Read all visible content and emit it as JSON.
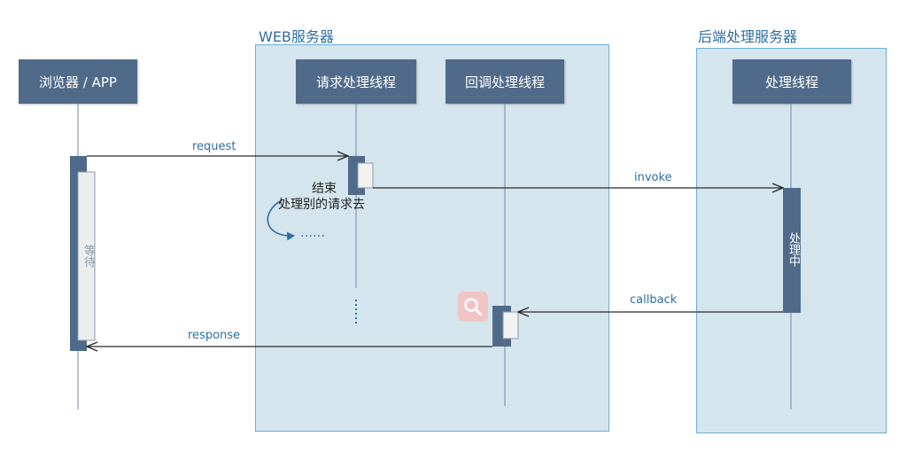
{
  "groups": {
    "web_server": "WEB服务器",
    "backend": "后端处理服务器"
  },
  "actors": {
    "browser": "浏览器 / APP",
    "request_thread": "请求处理线程",
    "callback_thread": "回调处理线程",
    "processing_thread": "处理线程"
  },
  "messages": {
    "request": "request",
    "invoke": "invoke",
    "callback": "callback",
    "response": "response"
  },
  "notes": {
    "end": "结束",
    "handle_other": "处理别的请求去",
    "ellipsis": "……",
    "waiting": "等待",
    "processing": "处理中"
  },
  "colors": {
    "actor_fill": "#506a8a",
    "group_fill": "#d5e5ee",
    "group_border": "#6aaed6",
    "label_text": "#2e6ea3",
    "search_badge": "#f1c4c6"
  },
  "icons": {
    "search": "search-icon"
  }
}
